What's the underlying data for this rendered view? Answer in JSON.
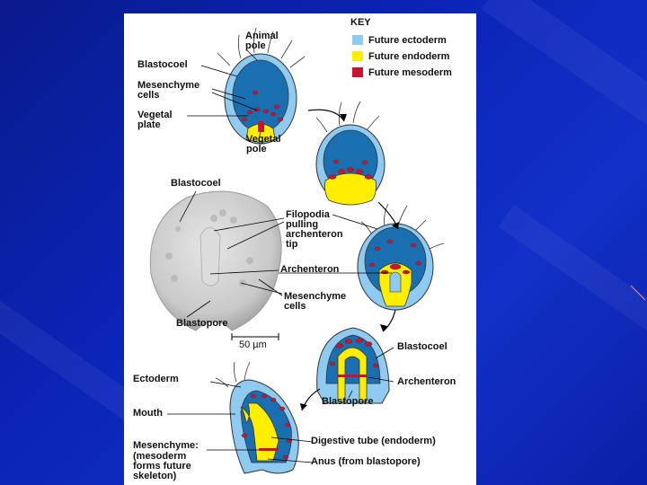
{
  "colors": {
    "ectoderm": "#8fcaf0",
    "endoderm": "#ffee00",
    "mesoderm": "#cc1133",
    "blastocoel": "#1a6fb0",
    "background": "#0b24b8"
  },
  "key": {
    "title": "KEY",
    "items": [
      {
        "label": "Future ectoderm",
        "color": "#8fcaf0"
      },
      {
        "label": "Future endoderm",
        "color": "#ffee00"
      },
      {
        "label": "Future mesoderm",
        "color": "#cc1133"
      }
    ]
  },
  "labels": {
    "animal_pole": "Animal\npole",
    "blastocoel_top": "Blastocoel",
    "mesenchyme_cells_top": "Mesenchyme\ncells",
    "vegetal_plate": "Vegetal\nplate",
    "vegetal_pole": "Vegetal\npole",
    "blastocoel_photo": "Blastocoel",
    "filopodia": "Filopodia\npulling\narchenteron\ntip",
    "archenteron_mid": "Archenteron",
    "mesenchyme_cells_mid": "Mesenchyme\ncells",
    "blastopore_photo": "Blastopore",
    "scale_bar": "50 µm",
    "blastocoel_right": "Blastocoel",
    "archenteron_right": "Archenteron",
    "blastopore_right": "Blastopore",
    "ectoderm": "Ectoderm",
    "mouth": "Mouth",
    "mesenchyme_bottom": "Mesenchyme:",
    "mesenchyme_note": "(mesoderm\nforms future\nskeleton)",
    "digestive_tube": "Digestive tube (endoderm)",
    "anus": "Anus (from blastopore)"
  }
}
